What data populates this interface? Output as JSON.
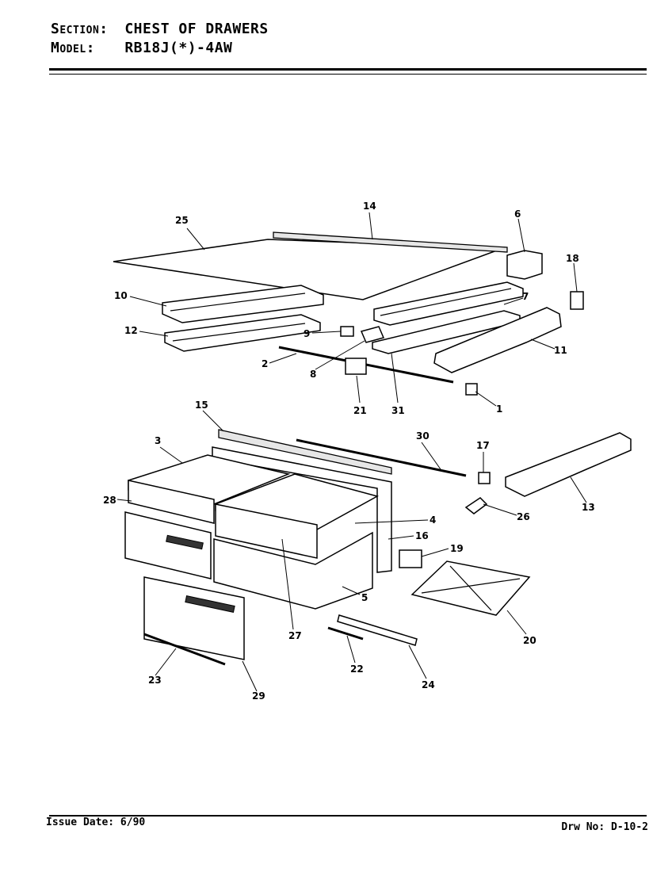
{
  "header": {
    "section_key": "Section:",
    "section_value": "CHEST OF DRAWERS",
    "model_key": "Model:",
    "model_value": "RB18J(*)-4AW"
  },
  "footer": {
    "issue_date": "Issue Date: 6/90",
    "drawing_no": "Drw No: D-10-2"
  },
  "callouts": [
    "1",
    "2",
    "3",
    "4",
    "5",
    "6",
    "7",
    "8",
    "9",
    "10",
    "11",
    "12",
    "13",
    "14",
    "15",
    "16",
    "17",
    "18",
    "19",
    "20",
    "21",
    "22",
    "23",
    "24",
    "25",
    "26",
    "27",
    "28",
    "29",
    "30",
    "31"
  ]
}
